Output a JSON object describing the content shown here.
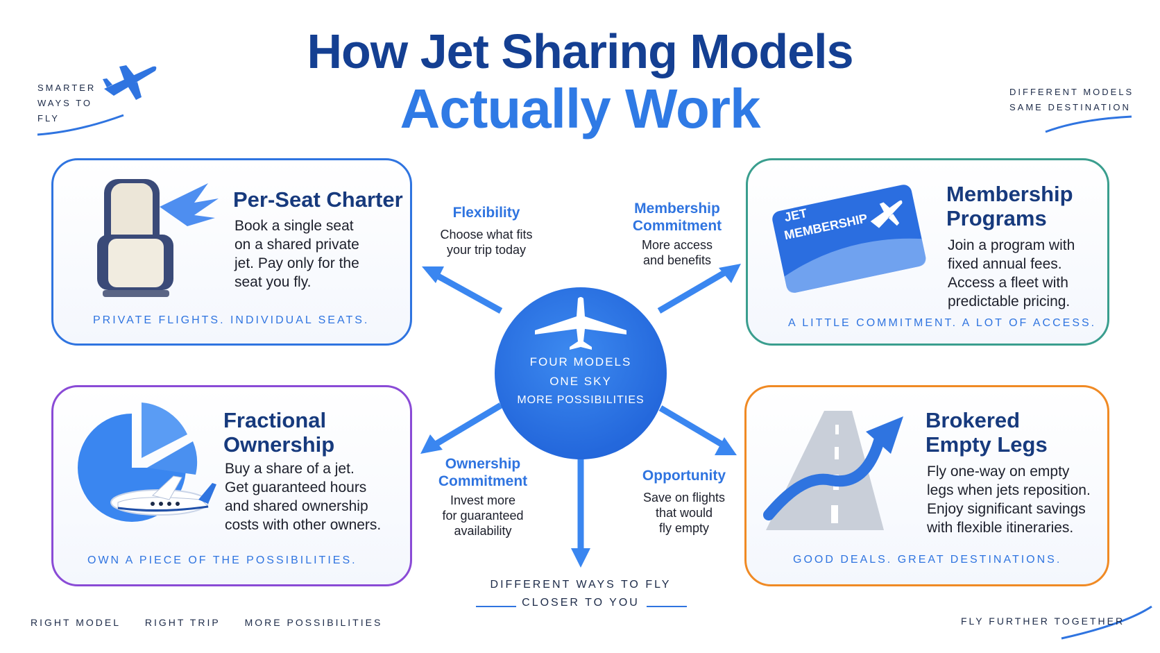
{
  "title": {
    "line1": "How Jet Sharing Models",
    "line2": "Actually Work"
  },
  "corners": {
    "top_left": [
      "SMARTER",
      "WAYS TO",
      "FLY"
    ],
    "top_right": [
      "DIFFERENT MODELS",
      "SAME DESTINATION"
    ],
    "bottom_left": [
      "RIGHT MODEL",
      "RIGHT TRIP",
      "MORE POSSIBILITIES"
    ],
    "bottom_right": "FLY FURTHER TOGETHER"
  },
  "cards": {
    "per_seat": {
      "title": "Per-Seat Charter",
      "desc": [
        "Book a single seat",
        "on a shared private",
        "jet. Pay only for the",
        "seat you fly."
      ],
      "tag": "PRIVATE FLIGHTS. INDIVIDUAL SEATS."
    },
    "membership": {
      "title": [
        "Membership",
        "Programs"
      ],
      "desc": [
        "Join a program with",
        "fixed annual fees.",
        "Access a fleet with",
        "predictable pricing."
      ],
      "tag": "A LITTLE COMMITMENT. A LOT OF ACCESS.",
      "card_text": [
        "JET",
        "MEMBERSHIP"
      ]
    },
    "fractional": {
      "title": [
        "Fractional",
        "Ownership"
      ],
      "desc": [
        "Buy a share of a jet.",
        "Get guaranteed hours",
        "and shared ownership",
        "costs with other owners."
      ],
      "tag": "OWN A PIECE OF THE POSSIBILITIES."
    },
    "brokered": {
      "title": [
        "Brokered",
        "Empty Legs"
      ],
      "desc": [
        "Fly one-way on empty",
        "legs when jets reposition.",
        "Enjoy significant savings",
        "with flexible itineraries."
      ],
      "tag": "GOOD DEALS. GREAT DESTINATIONS."
    }
  },
  "hub": {
    "lines": [
      "FOUR MODELS",
      "ONE SKY",
      "MORE POSSIBILITIES"
    ]
  },
  "spokes": {
    "flexibility": {
      "title": "Flexibility",
      "desc": [
        "Choose what fits",
        "your trip today"
      ]
    },
    "membership_commitment": {
      "title": [
        "Membership",
        "Commitment"
      ],
      "desc": [
        "More access",
        "and benefits"
      ]
    },
    "ownership_commitment": {
      "title": [
        "Ownership",
        "Commitment"
      ],
      "desc": [
        "Invest more",
        "for guaranteed",
        "availability"
      ]
    },
    "opportunity": {
      "title": "Opportunity",
      "desc": [
        "Save on flights",
        "that would",
        "fly empty"
      ]
    }
  },
  "bottom_center": [
    "DIFFERENT WAYS TO FLY",
    "CLOSER TO YOU"
  ],
  "colors": {
    "navy": "#143f92",
    "blue": "#2f74e0",
    "teal": "#3a9e8e",
    "purple": "#8a4bd6",
    "orange": "#f08a24"
  }
}
